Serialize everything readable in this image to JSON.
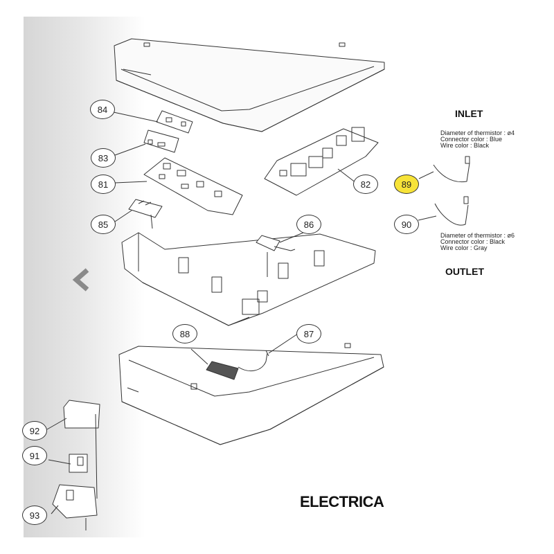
{
  "callouts": {
    "c84": "84",
    "c83": "83",
    "c81": "81",
    "c82": "82",
    "c85": "85",
    "c86": "86",
    "c88": "88",
    "c87": "87",
    "c89": "89",
    "c90": "90",
    "c92": "92",
    "c91": "91",
    "c93": "93"
  },
  "inlet": {
    "heading": "INLET",
    "diameter": "Diameter of thermistor : ø4",
    "connector": "Connector color : Blue",
    "wire": "Wire color : Black"
  },
  "outlet": {
    "heading": "OUTLET",
    "diameter": "Diameter of thermistor : ø6",
    "connector": "Connector color : Black",
    "wire": "Wire color : Gray"
  },
  "title": "ELECTRICA",
  "colors": {
    "highlight": "#f7e338",
    "nav_arrow": "#8a8a8a"
  },
  "icons": {
    "nav_prev": "chevron-left-icon"
  }
}
